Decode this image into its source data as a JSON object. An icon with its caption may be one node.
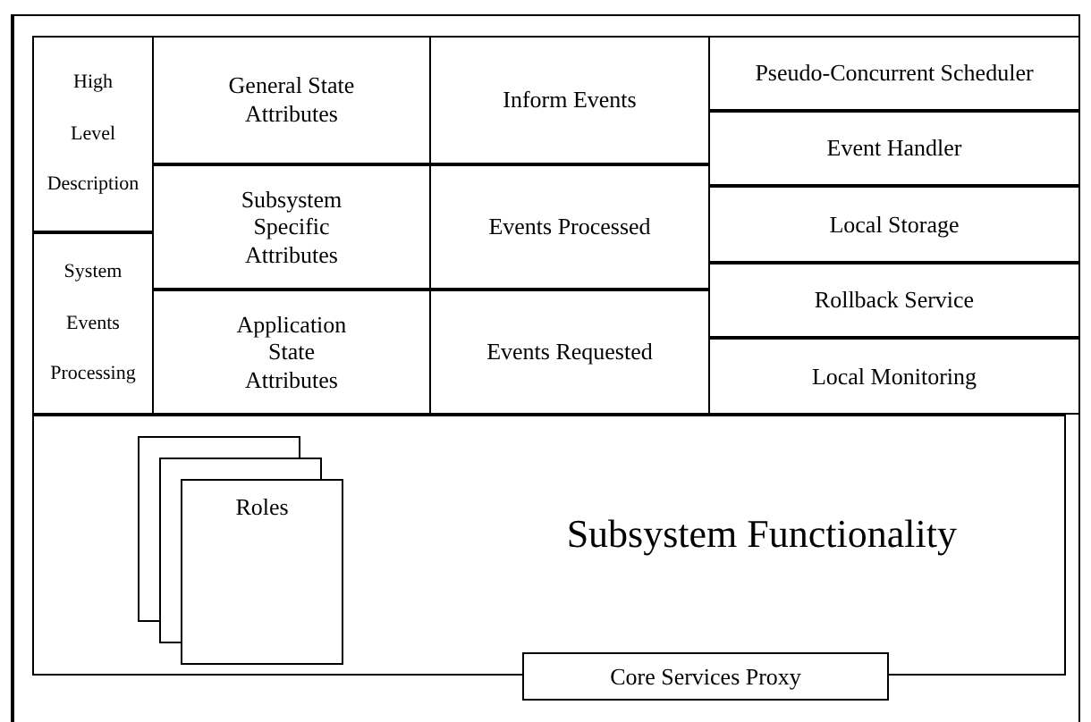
{
  "diagram": {
    "nodes": [
      {
        "text": [
          "High Level Description"
        ]
      },
      {
        "text": [
          "System Events Processing"
        ]
      },
      {
        "text": [
          "General State Attributes"
        ]
      },
      {
        "text": [
          "Subsystem Specific Attributes"
        ]
      },
      {
        "text": [
          "Application State Attributes"
        ]
      },
      {
        "text": [
          "Inform Events"
        ]
      },
      {
        "text": [
          "Events Processed"
        ]
      },
      {
        "text": [
          "Events Requested"
        ]
      },
      {
        "text": [
          "Pseudo-Concurrent Scheduler"
        ]
      },
      {
        "text": [
          "Event Handler"
        ]
      },
      {
        "text": [
          "Local Storage"
        ]
      },
      {
        "text": [
          "Rollback Service"
        ]
      },
      {
        "text": [
          "Local Monitoring"
        ]
      },
      {
        "text": [
          "Subsystem Functionality"
        ]
      },
      {
        "text": [
          "Roles"
        ],
        "in": 13
      },
      {
        "text": [
          "Core Services Proxy"
        ]
      }
    ]
  }
}
